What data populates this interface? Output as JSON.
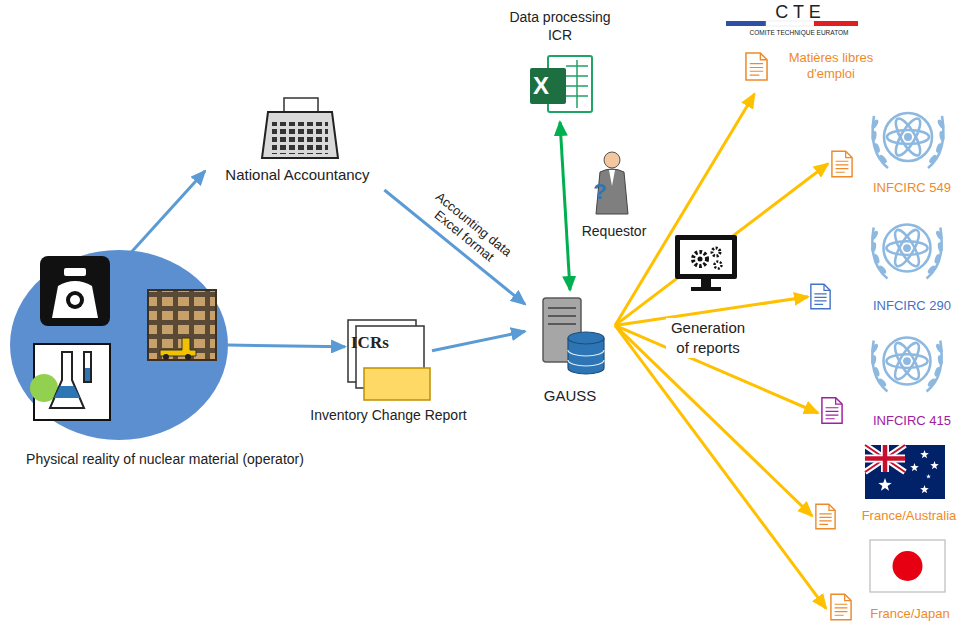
{
  "diagram": {
    "nodes": [
      {
        "text": [
          "Physical reality of nuclear material (operator)"
        ]
      },
      {
        "text": [
          "National Accountancy"
        ]
      },
      {
        "text": [
          "ICRs",
          "Inventory Change Report"
        ]
      },
      {
        "text": [
          "GAUSS"
        ]
      },
      {
        "text": [
          "Data processing ICR",
          "X"
        ]
      },
      {
        "text": [
          "?",
          "Requestor"
        ]
      },
      {
        "text": [
          "Generation of reports"
        ]
      },
      {
        "text": [
          "C T E",
          "COMITE TECHNIQUE EURATOM",
          "Matières libres d'emploi"
        ]
      },
      {
        "text": [
          "INFCIRC 549"
        ]
      },
      {
        "text": [
          "INFCIRC 290"
        ]
      },
      {
        "text": [
          "INFCIRC 415"
        ]
      },
      {
        "text": [
          "France/Australia"
        ]
      },
      {
        "text": [
          "France/Japan"
        ]
      }
    ],
    "edges": [
      {
        "from": 0,
        "to": 1,
        "arrow": "to"
      },
      {
        "from": 0,
        "to": 2,
        "arrow": "to"
      },
      {
        "from": 2,
        "to": 3,
        "arrow": "to"
      },
      {
        "from": 1,
        "to": 3,
        "label": "Accounting data Excel format",
        "arrow": "to"
      },
      {
        "from": 4,
        "to": 3,
        "arrow": "both"
      },
      {
        "from": 3,
        "to": 7,
        "arrow": "to"
      },
      {
        "from": 3,
        "to": 8,
        "arrow": "to"
      },
      {
        "from": 3,
        "to": 9,
        "arrow": "to"
      },
      {
        "from": 3,
        "to": 10,
        "arrow": "to"
      },
      {
        "from": 3,
        "to": 11,
        "arrow": "to"
      },
      {
        "from": 3,
        "to": 12,
        "arrow": "to"
      }
    ]
  }
}
